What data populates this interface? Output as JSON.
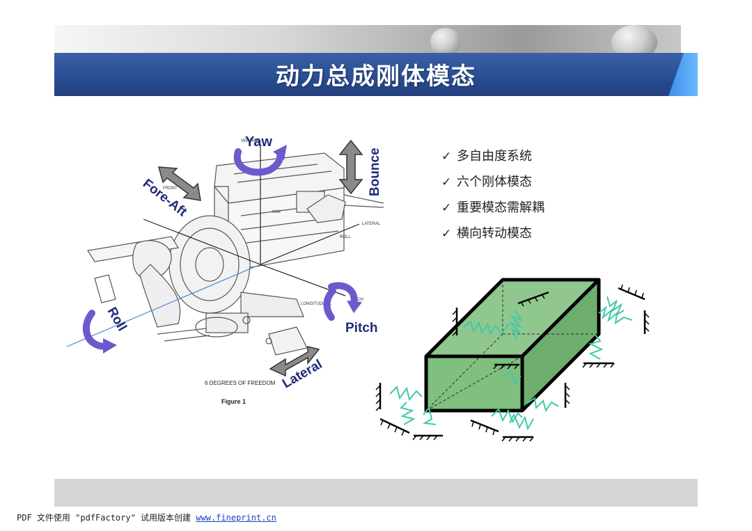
{
  "header": {
    "title": "动力总成刚体模态"
  },
  "bullets": [
    {
      "check": "✓",
      "text": "多自由度系统"
    },
    {
      "check": "✓",
      "text": "六个刚体模态"
    },
    {
      "check": "✓",
      "text": "重要模态需解耦"
    },
    {
      "check": "✓",
      "text": "横向转动模态"
    }
  ],
  "engine_figure": {
    "labels": {
      "yaw": "Yaw",
      "bounce": "Bounce",
      "fore_aft": "Fore-Aft",
      "roll": "Roll",
      "pitch": "Pitch",
      "lateral": "Lateral"
    },
    "caption": "6 DEGREES OF FREEDOM",
    "figure_label": "Figure 1",
    "small_labels": {
      "vertical": "VERTICAL",
      "front": "FRONT",
      "yaw_small": "YAW",
      "lateral_small": "LATERAL",
      "roll_small": "ROLL",
      "longitudinal": "LONGITUDINAL",
      "pitch_small": "PITCH"
    }
  },
  "footer": {
    "note_prefix": "PDF 文件使用 \"pdfFactory\" 试用版本创建 ",
    "link_text": "www.fineprint.cn"
  },
  "colors": {
    "banner_blue": "#284d92",
    "arrow_purple": "#6a5acd",
    "label_navy": "#1f2a78",
    "box_green": "#7fbf7f",
    "spring_teal": "#40c8a8"
  }
}
